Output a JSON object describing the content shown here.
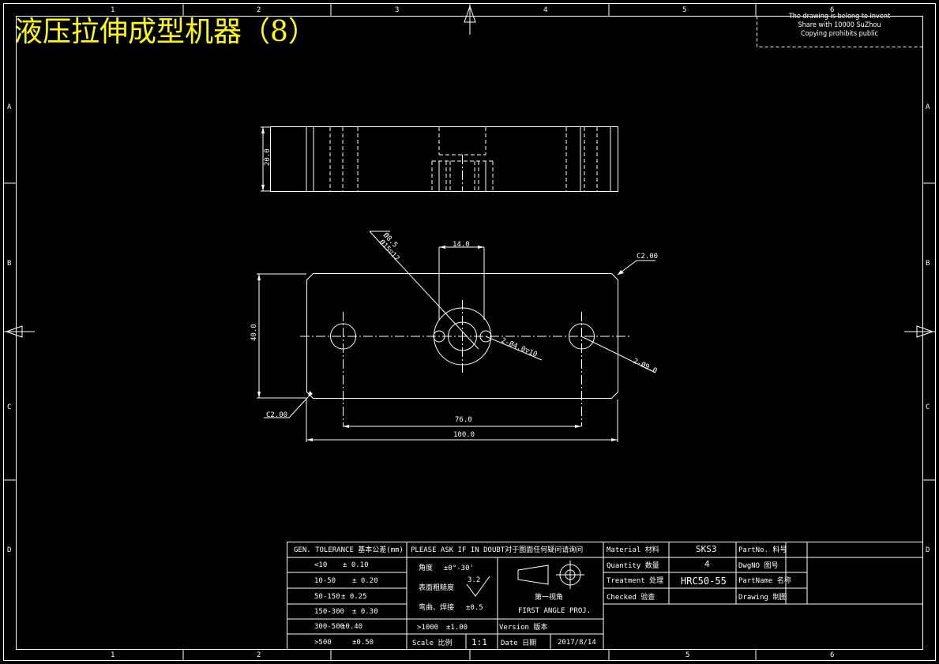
{
  "title": "液压拉伸成型机器（8）",
  "notice": [
    "The drawing is belong to Invent",
    "Share with 10000 SuZhou",
    "Copying prohibits public"
  ],
  "zone_columns": [
    "1",
    "2",
    "3",
    "4",
    "5",
    "6"
  ],
  "zone_rows": [
    "A",
    "B",
    "C",
    "D"
  ],
  "dimensions": {
    "side_height": "20.0",
    "slot_width": "14.0",
    "chamfer_top": "C2.00",
    "chamfer_bottom": "C2.00",
    "height": "40.0",
    "hole_spacing": "76.0",
    "width": "100.0",
    "counterbore": "Ø8.5",
    "counterbore_depth": "Ø15▽12",
    "small_holes": "2-Ø4.0▽10",
    "outer_holes": "2-Ø9.0"
  },
  "title_block": {
    "gen_tolerance": "GEN. TOLERANCE 基本公差(mm)",
    "tol_rows": [
      {
        "range": "<10",
        "tol": "± 0.10"
      },
      {
        "range": "10-50",
        "tol": "± 0.20"
      },
      {
        "range": "50-150",
        "tol": "± 0.25"
      },
      {
        "range": "150-300",
        "tol": "± 0.30"
      },
      {
        "range": "300-500",
        "tol": "±0.40"
      },
      {
        "range": ">500",
        "tol": "±0.50"
      }
    ],
    "please_ask": "PLEASE ASK IF IN DOUBT对于图面任何疑问请询问",
    "angle_label": "角度",
    "angle_value": "±0°-30'",
    "roughness_label": "表面粗糙度",
    "roughness_value": "3.2",
    "weld_label": "弯曲、焊接",
    "weld_value": "±0.5",
    "over1000_label": ">1000",
    "over1000_value": "±1.00",
    "first_angle_cn": "第一视角",
    "first_angle_en": "FIRST ANGLE PROJ.",
    "scale_label": "Scale 比例",
    "scale_value": "1:1",
    "version_label": "Version 版本",
    "date_label": "Date 日期",
    "date_value": "2017/8/14",
    "material_label": "Material 材料",
    "material_value": "SKS3",
    "quantity_label": "Quantity 数量",
    "quantity_value": "4",
    "treatment_label": "Treatment 处理",
    "treatment_value": "HRC50-55",
    "checked_label": "Checked 验查",
    "partno_label": "PartNo. 料号",
    "dwgno_label": "DwgNO 图号",
    "partname_label": "PartName 名称",
    "drawing_label": "Drawing 制图"
  }
}
